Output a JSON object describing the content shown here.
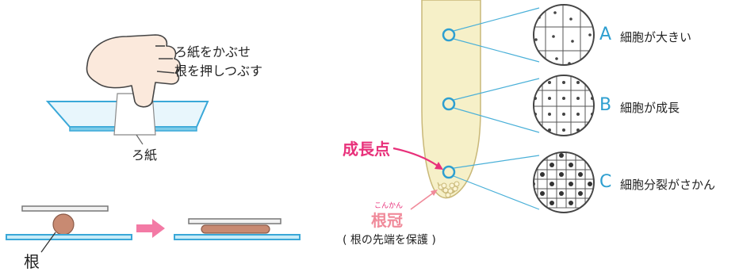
{
  "left_panel": {
    "top_instruction_line1": "ろ紙をかぶせ",
    "top_instruction_line2": "根を押しつぶす",
    "filter_paper_label": "ろ紙",
    "root_label": "根"
  },
  "right_panel": {
    "regions": [
      {
        "letter": "A",
        "caption": "細胞が大きい"
      },
      {
        "letter": "B",
        "caption": "細胞が成長"
      },
      {
        "letter": "C",
        "caption": "細胞分裂がさかん"
      }
    ],
    "growth_point_label": "成長点",
    "root_cap_ruby": "こんかん",
    "root_cap_label": "根冠",
    "root_cap_note": "( 根の先端を保護 )"
  },
  "colors": {
    "glass_blue": "#3aa8d8",
    "accent_pink": "#e8307a",
    "root_fill": "#f6f0c8",
    "root_cell_tone": "#c88a72",
    "arrow_pink": "#f37aa5"
  }
}
